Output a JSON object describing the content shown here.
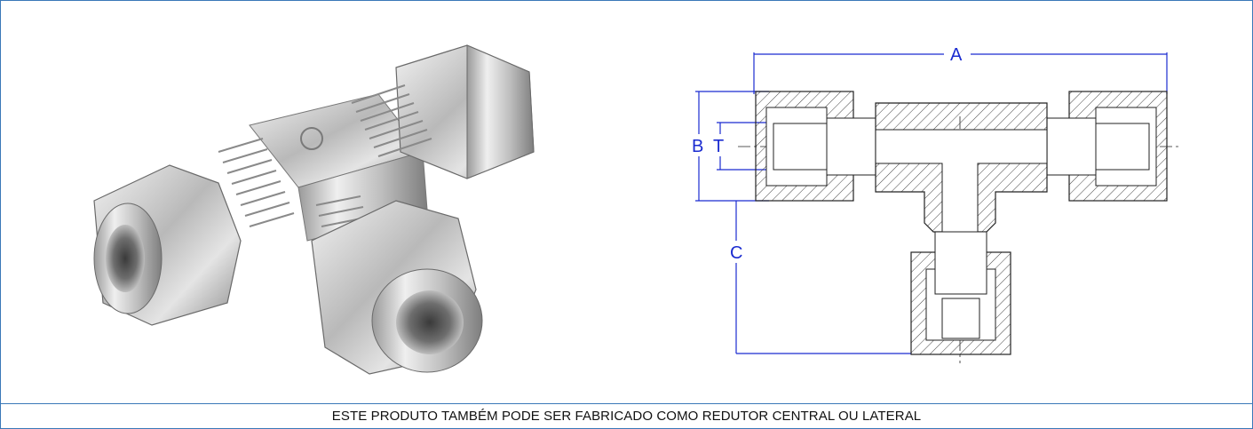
{
  "figure": {
    "photo_name": "stainless-steel-tee-fitting-photo",
    "drawing_dimensions": {
      "a": "A",
      "b": "B",
      "t": "T",
      "c": "C"
    }
  },
  "caption": {
    "text": "ESTE PRODUTO TAMBÉM PODE SER FABRICADO COMO REDUTOR CENTRAL OU LATERAL"
  },
  "colors": {
    "border": "#3a78b8",
    "dimension": "#1a2bd0"
  }
}
